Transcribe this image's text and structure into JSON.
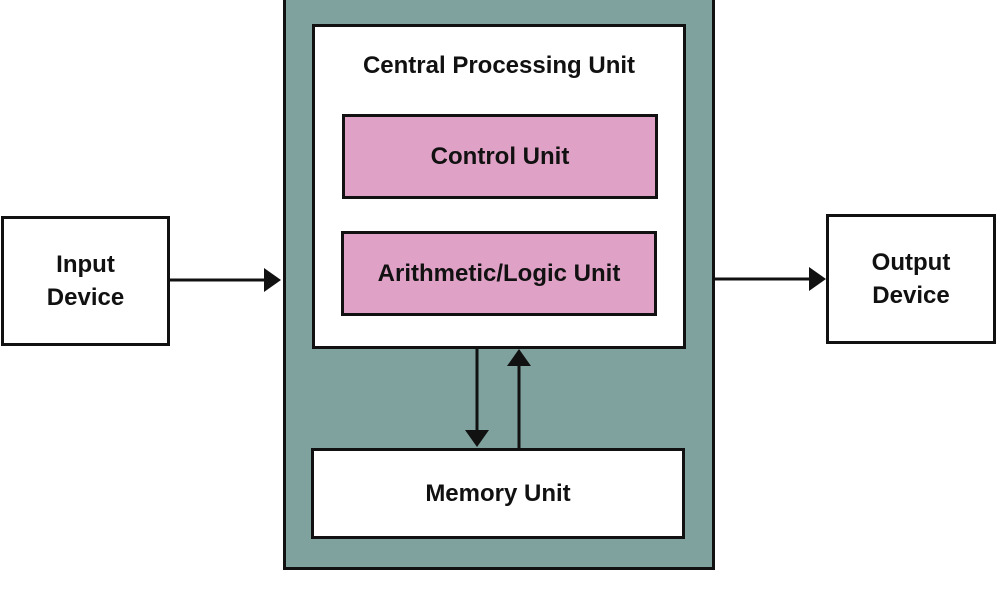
{
  "diagram": {
    "input_device": "Input\nDevice",
    "output_device": "Output\nDevice",
    "cpu_title": "Central Processing Unit",
    "control_unit": "Control Unit",
    "alu": "Arithmetic/Logic Unit",
    "memory_unit": "Memory Unit"
  },
  "colors": {
    "system_fill": "#7fa29e",
    "unit_fill": "#e0a1c6",
    "box_fill": "#ffffff",
    "stroke": "#111111"
  }
}
